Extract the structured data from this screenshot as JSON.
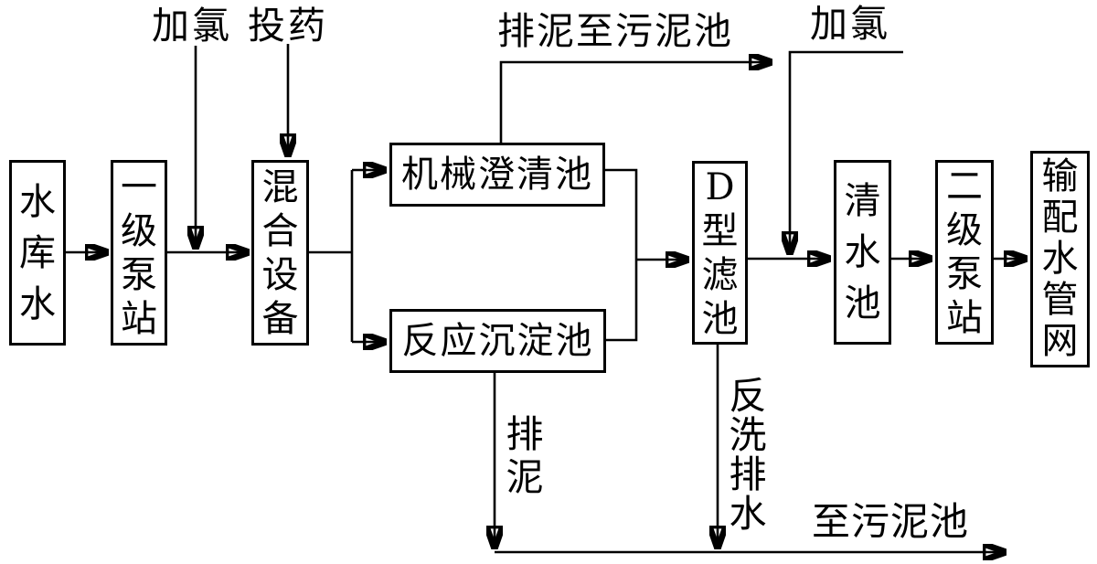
{
  "diagram": {
    "boxes": [
      {
        "id": "reservoir-water",
        "label": "水库水"
      },
      {
        "id": "primary-pump-station",
        "label": "一级泵站"
      },
      {
        "id": "mixing-equipment",
        "label": "混合设备"
      },
      {
        "id": "mechanical-clarifier",
        "label": "机械澄清池"
      },
      {
        "id": "reaction-sedimentation",
        "label": "反应沉淀池"
      },
      {
        "id": "d-type-filter",
        "label": "D型滤池"
      },
      {
        "id": "clear-water-tank",
        "label": "清水池"
      },
      {
        "id": "secondary-pump-station",
        "label": "二级泵站"
      },
      {
        "id": "distribution-network",
        "label": "输配水管网"
      }
    ],
    "annotations": {
      "chlorine_pre": "加氯",
      "dosing": "投药",
      "sludge_to_pool": "排泥至污泥池",
      "chlorine_post": "加氯",
      "sludge_discharge": "排泥",
      "backwash_drain": "反洗排水",
      "to_sludge_pool": "至污泥池"
    },
    "colors": {
      "line": "#000000",
      "background": "#ffffff",
      "box_fill": "#ffffff"
    }
  }
}
